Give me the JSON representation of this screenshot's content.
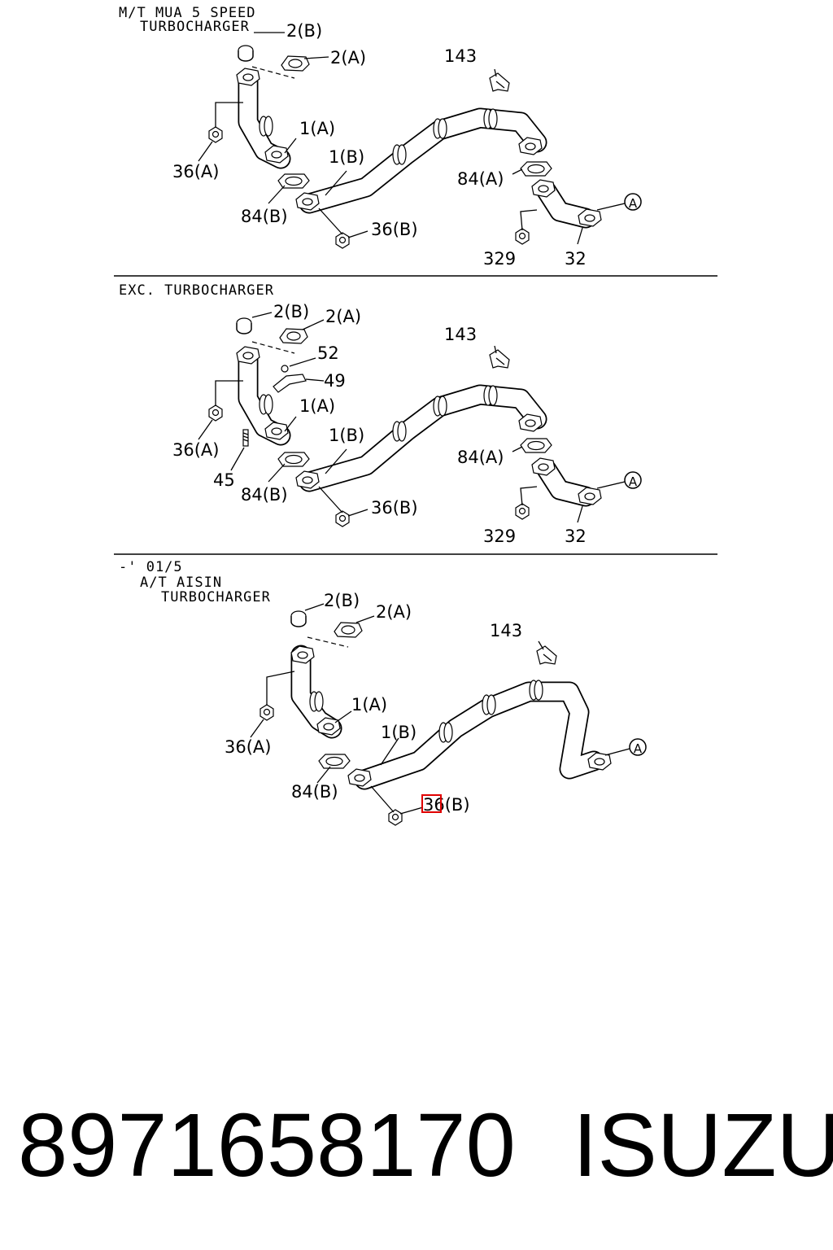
{
  "sections": [
    {
      "caption_lines": [
        "M/T MUA 5 SPEED",
        "TURBOCHARGER"
      ],
      "labels": [
        "2(B)",
        "2(A)",
        "143",
        "1(A)",
        "36(A)",
        "1(B)",
        "84(A)",
        "84(B)",
        "36(B)",
        "329",
        "32",
        "A"
      ]
    },
    {
      "caption_lines": [
        "EXC. TURBOCHARGER"
      ],
      "labels": [
        "2(B)",
        "2(A)",
        "52",
        "143",
        "49",
        "1(A)",
        "36(A)",
        "1(B)",
        "84(A)",
        "45",
        "84(B)",
        "36(B)",
        "329",
        "32",
        "A"
      ]
    },
    {
      "caption_lines": [
        "-' 01/5",
        "A/T AISIN",
        "TURBOCHARGER"
      ],
      "labels": [
        "2(B)",
        "2(A)",
        "143",
        "1(A)",
        "36(A)",
        "1(B)",
        "84(B)",
        "36(B)",
        "A"
      ]
    }
  ],
  "footer": {
    "part_number": "8971658170",
    "brand": "ISUZU"
  }
}
